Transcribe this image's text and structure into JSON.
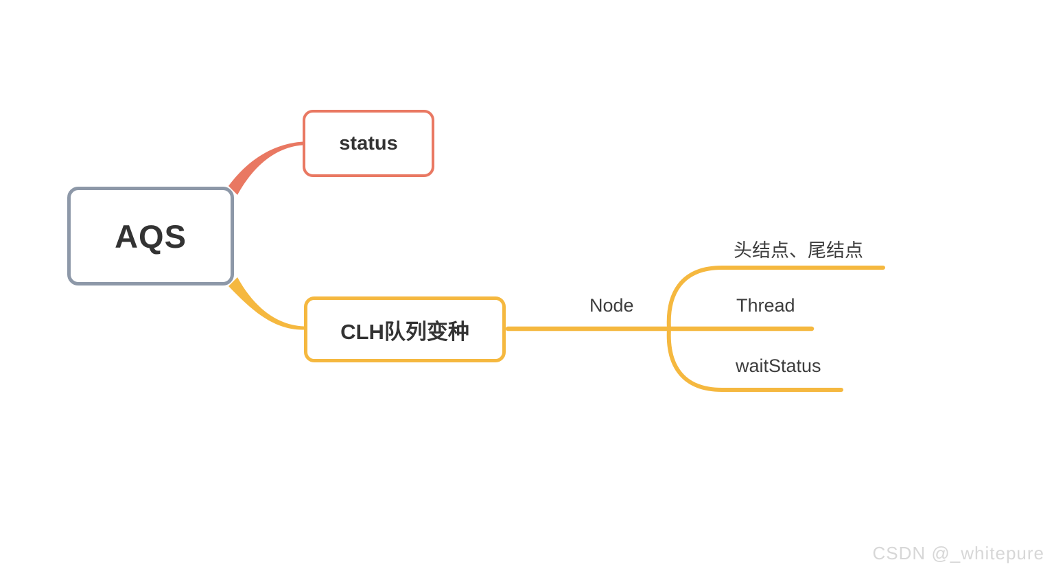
{
  "page": {
    "background": "#ffffff"
  },
  "colors": {
    "root_border": "#8d98a8",
    "branch_red": "#e97862",
    "branch_yellow": "#f5b83f",
    "node_text": "#333333",
    "label_text": "#3d3d3d",
    "watermark_text": "#d7d7d7"
  },
  "mindmap": {
    "root": {
      "label": "AQS"
    },
    "branches": [
      {
        "label": "status",
        "color_ref": "branch_red"
      },
      {
        "label": "CLH队列变种",
        "color_ref": "branch_yellow",
        "children": [
          {
            "label": "Node",
            "children": [
              {
                "label": "头结点、尾结点"
              },
              {
                "label": "Thread"
              },
              {
                "label": "waitStatus"
              }
            ]
          }
        ]
      }
    ]
  },
  "watermark": {
    "text": "CSDN @_whitepure"
  }
}
